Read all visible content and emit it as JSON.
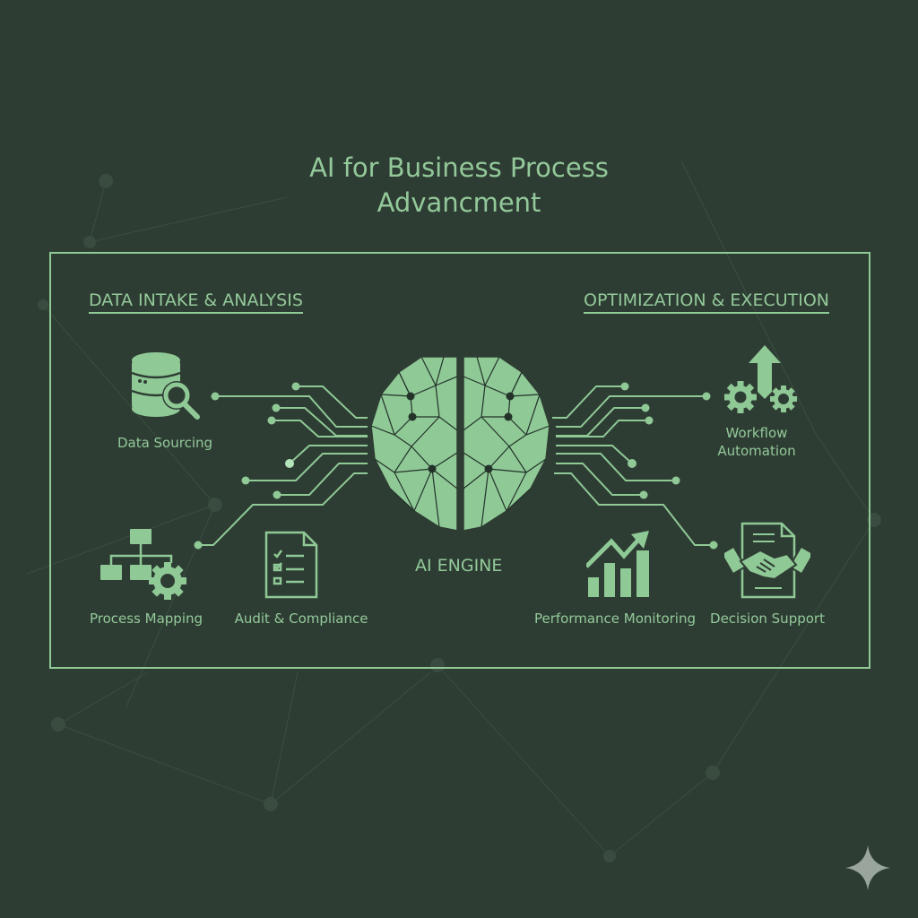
{
  "title": {
    "line1": "AI for Business Process",
    "line2": "Advancment"
  },
  "sections": {
    "left": {
      "title": "DATA INTAKE & ANALYSIS"
    },
    "right": {
      "title": "OPTIMIZATION & EXECUTION"
    }
  },
  "center": {
    "label": "AI ENGINE",
    "icon": "brain-icon"
  },
  "nodes": {
    "data_sourcing": {
      "label": "Data Sourcing",
      "icon": "database-search-icon"
    },
    "process_mapping": {
      "label": "Process Mapping",
      "icon": "flowchart-gear-icon"
    },
    "audit_compliance": {
      "label": "Audit & Compliance",
      "icon": "checklist-document-icon"
    },
    "workflow_automation": {
      "line1": "Workflow",
      "line2": "Automation",
      "icon": "gears-arrow-up-icon"
    },
    "performance_monitoring": {
      "label": "Performance Monitoring",
      "icon": "bar-chart-trend-icon"
    },
    "decision_support": {
      "label": "Decision Support",
      "icon": "handshake-document-icon"
    }
  },
  "colors": {
    "background": "#2e3d33",
    "accent": "#93c99a",
    "brain_fill": "#8fc996",
    "sparkle": "#9aa69d"
  }
}
